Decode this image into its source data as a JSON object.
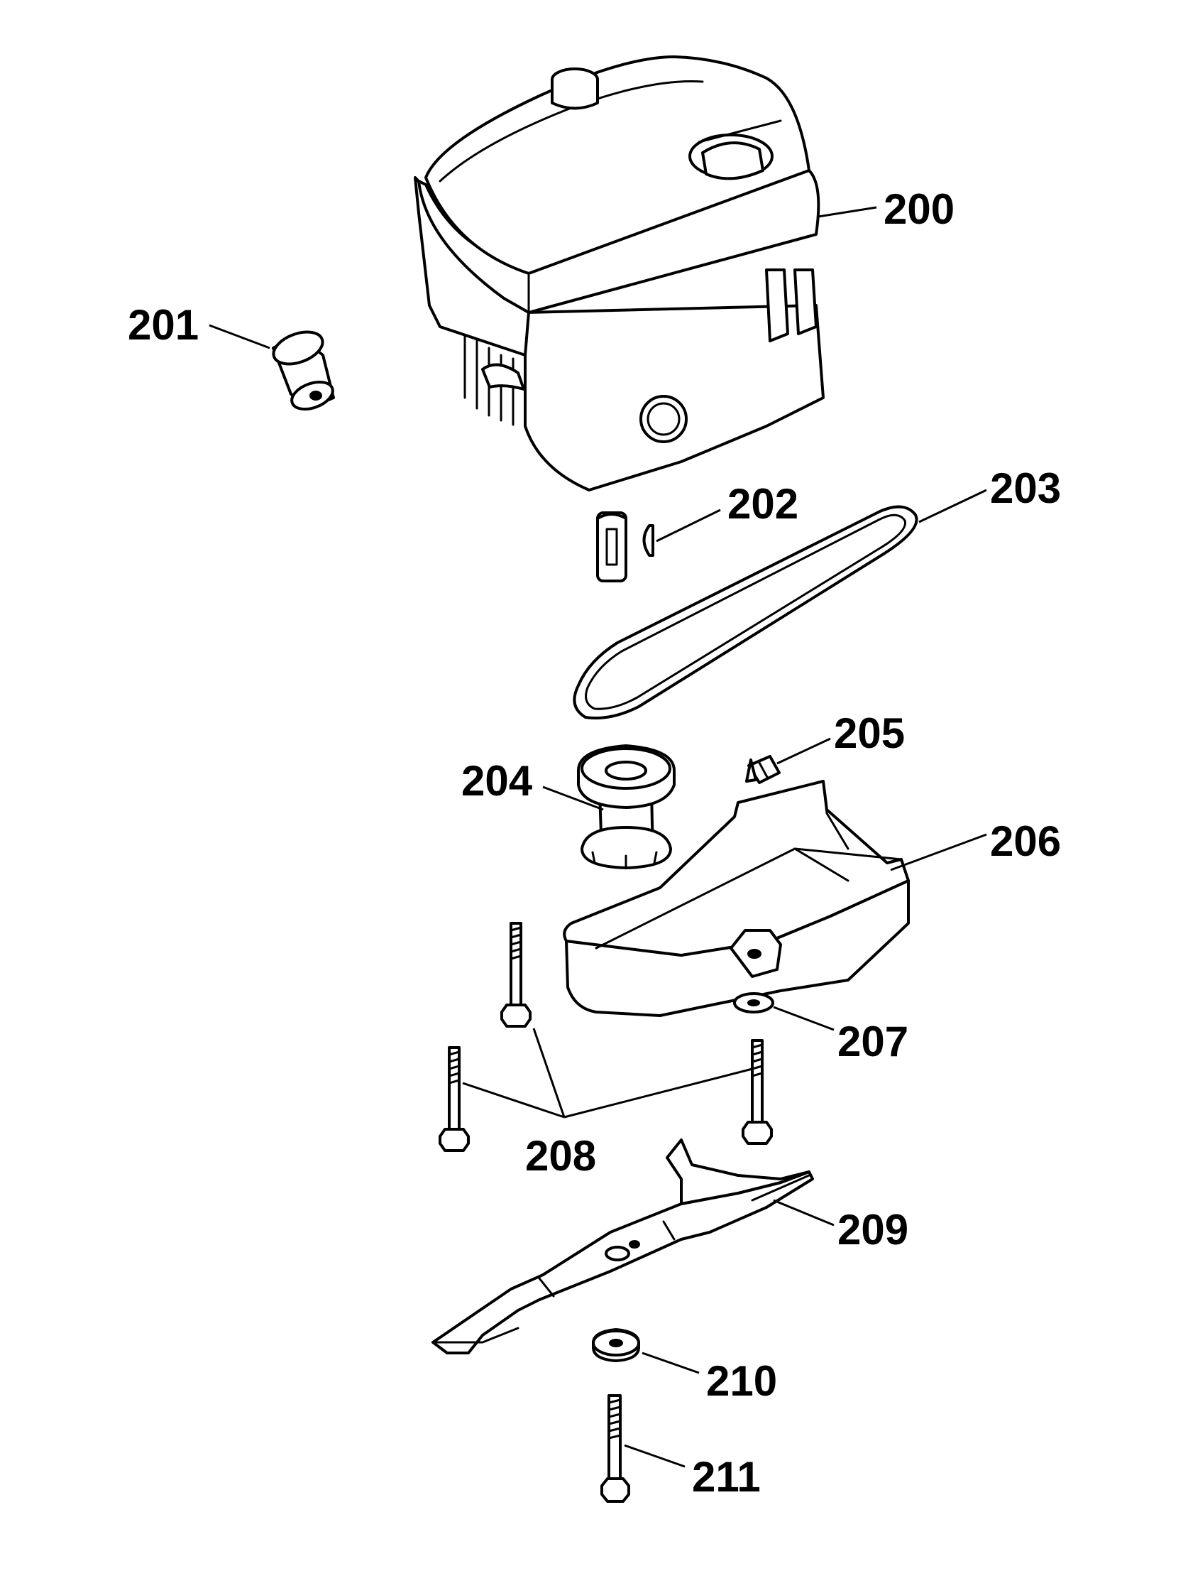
{
  "diagram": {
    "callouts": {
      "c200": "200",
      "c201": "201",
      "c202": "202",
      "c203": "203",
      "c204": "204",
      "c205": "205",
      "c206": "206",
      "c207": "207",
      "c208": "208",
      "c209": "209",
      "c210": "210",
      "c211": "211"
    }
  }
}
